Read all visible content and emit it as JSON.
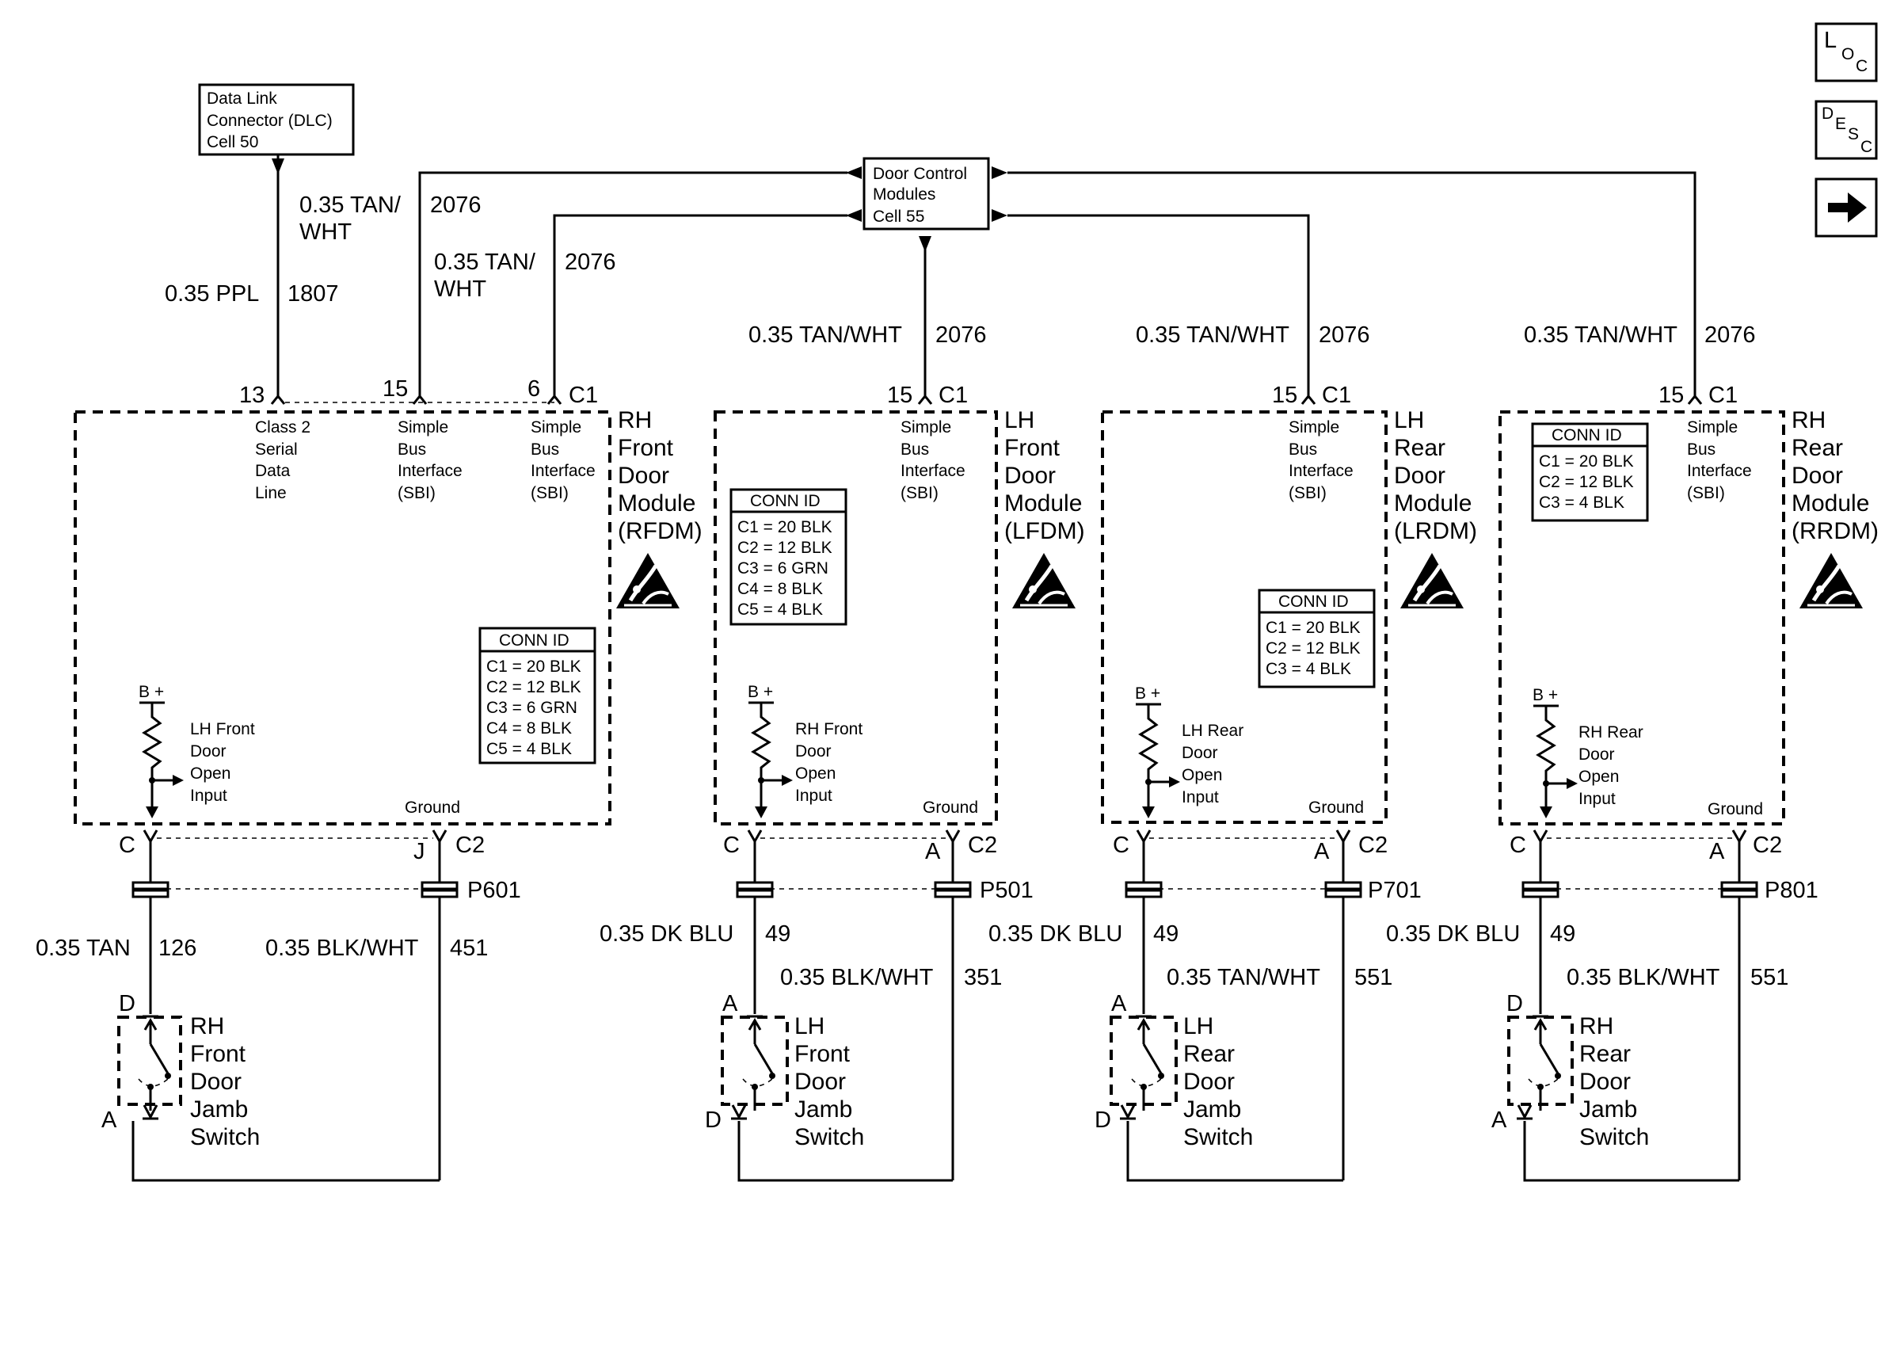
{
  "nav": {
    "loc": {
      "a": "L",
      "b": "O",
      "c": "C"
    },
    "desc": {
      "a": "D",
      "b": "E",
      "c": "S",
      "d": "C"
    }
  },
  "dlc": {
    "l1": "Data Link",
    "l2": "Connector (DLC)",
    "l3": "Cell 50"
  },
  "dcm": {
    "l1": "Door Control",
    "l2": "Modules",
    "l3": "Cell 55"
  },
  "top_wires": {
    "dlc": {
      "size": "0.35 PPL",
      "circuit": "1807"
    },
    "rf_a": {
      "size1": "0.35 TAN/",
      "size2": "WHT",
      "circuit": "2076"
    },
    "rf_b": {
      "size1": "0.35 TAN/",
      "size2": "WHT",
      "circuit": "2076"
    },
    "lf": {
      "size": "0.35 TAN/WHT",
      "circuit": "2076"
    },
    "lr": {
      "size": "0.35 TAN/WHT",
      "circuit": "2076"
    },
    "rr": {
      "size": "0.35 TAN/WHT",
      "circuit": "2076"
    }
  },
  "modules": [
    {
      "name": [
        "RH",
        "Front",
        "Door",
        "Module",
        "(RFDM)"
      ],
      "pins": {
        "p13": "13",
        "p15": "15",
        "p6": "6",
        "c1": "C1"
      },
      "ifaces": {
        "class2": [
          "Class 2",
          "Serial",
          "Data",
          "Line"
        ],
        "sbi": [
          "Simple",
          "Bus",
          "Interface",
          "(SBI)"
        ]
      },
      "conn": {
        "title": "CONN ID",
        "rows": [
          "C1 = 20 BLK",
          "C2 = 12 BLK",
          "C3 = 6 GRN",
          "C4 = 8 BLK",
          "C5 = 4 BLK"
        ]
      },
      "bplus": "B +",
      "input": [
        "LH Front",
        "Door",
        "Open",
        "Input"
      ],
      "ground": "Ground",
      "bottom": {
        "left": "C",
        "right": "J",
        "conn": "C2",
        "splice": "P601"
      },
      "wires": {
        "left_size": "0.35 TAN",
        "left_circ": "126",
        "right_size": "0.35 BLK/WHT",
        "right_circ": "451"
      },
      "switch": {
        "top": "D",
        "bottom": "A",
        "name": [
          "RH",
          "Front",
          "Door",
          "Jamb",
          "Switch"
        ]
      }
    },
    {
      "name": [
        "LH",
        "Front",
        "Door",
        "Module",
        "(LFDM)"
      ],
      "pins": {
        "p15": "15",
        "c1": "C1"
      },
      "sbi": [
        "Simple",
        "Bus",
        "Interface",
        "(SBI)"
      ],
      "conn": {
        "title": "CONN ID",
        "rows": [
          "C1 = 20 BLK",
          "C2 = 12 BLK",
          "C3 = 6 GRN",
          "C4 = 8 BLK",
          "C5 = 4 BLK"
        ]
      },
      "bplus": "B +",
      "input": [
        "RH Front",
        "Door",
        "Open",
        "Input"
      ],
      "ground": "Ground",
      "bottom": {
        "left": "C",
        "right": "A",
        "conn": "C2",
        "splice": "P501"
      },
      "wires": {
        "left_size": "0.35 DK BLU",
        "left_circ": "49",
        "right_size": "0.35 BLK/WHT",
        "right_circ": "351"
      },
      "switch": {
        "top": "A",
        "bottom": "D",
        "name": [
          "LH",
          "Front",
          "Door",
          "Jamb",
          "Switch"
        ]
      }
    },
    {
      "name": [
        "LH",
        "Rear",
        "Door",
        "Module",
        "(LRDM)"
      ],
      "pins": {
        "p15": "15",
        "c1": "C1"
      },
      "sbi": [
        "Simple",
        "Bus",
        "Interface",
        "(SBI)"
      ],
      "conn": {
        "title": "CONN ID",
        "rows": [
          "C1 = 20 BLK",
          "C2 = 12 BLK",
          "C3 = 4 BLK"
        ]
      },
      "bplus": "B +",
      "input": [
        "LH Rear",
        "Door",
        "Open",
        "Input"
      ],
      "ground": "Ground",
      "bottom": {
        "left": "C",
        "right": "A",
        "conn": "C2",
        "splice": "P701"
      },
      "wires": {
        "left_size": "0.35 DK BLU",
        "left_circ": "49",
        "right_size": "0.35 TAN/WHT",
        "right_circ": "551"
      },
      "switch": {
        "top": "A",
        "bottom": "D",
        "name": [
          "LH",
          "Rear",
          "Door",
          "Jamb",
          "Switch"
        ]
      }
    },
    {
      "name": [
        "RH",
        "Rear",
        "Door",
        "Module",
        "(RRDM)"
      ],
      "pins": {
        "p15": "15",
        "c1": "C1"
      },
      "sbi": [
        "Simple",
        "Bus",
        "Interface",
        "(SBI)"
      ],
      "conn": {
        "title": "CONN ID",
        "rows": [
          "C1 = 20 BLK",
          "C2 = 12 BLK",
          "C3 = 4 BLK"
        ]
      },
      "bplus": "B +",
      "input": [
        "RH Rear",
        "Door",
        "Open",
        "Input"
      ],
      "ground": "Ground",
      "bottom": {
        "left": "C",
        "right": "A",
        "conn": "C2",
        "splice": "P801"
      },
      "wires": {
        "left_size": "0.35 DK BLU",
        "left_circ": "49",
        "right_size": "0.35 BLK/WHT",
        "right_circ": "551"
      },
      "switch": {
        "top": "D",
        "bottom": "A",
        "name": [
          "RH",
          "Rear",
          "Door",
          "Jamb",
          "Switch"
        ]
      }
    }
  ]
}
